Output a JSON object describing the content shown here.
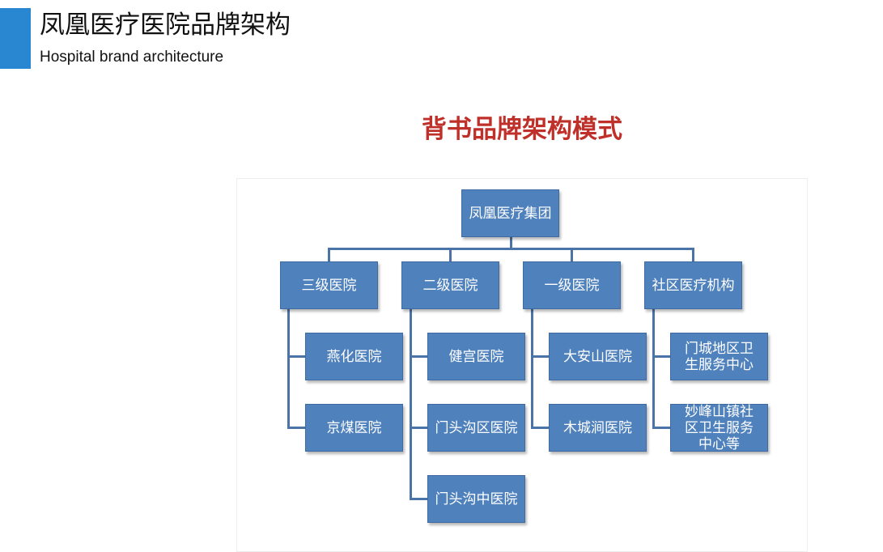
{
  "header": {
    "title_zh": "凤凰医疗医院品牌架构",
    "title_en": "Hospital brand architecture"
  },
  "diagram": {
    "title": "背书品牌架构模式",
    "root": "凤凰医疗集团",
    "categories": [
      {
        "label": "三级医院",
        "children": [
          "燕化医院",
          "京煤医院"
        ]
      },
      {
        "label": "二级医院",
        "children": [
          "健宫医院",
          "门头沟区医院",
          "门头沟中医院"
        ]
      },
      {
        "label": "一级医院",
        "children": [
          "大安山医院",
          "木城涧医院"
        ]
      },
      {
        "label": "社区医疗机构",
        "children": [
          "门城地区卫生服务中心",
          "妙峰山镇社区卫生服务中心等"
        ]
      }
    ]
  },
  "colors": {
    "accent": "#2986d1",
    "node_fill": "#4f81bd",
    "title_red": "#c0302a"
  }
}
